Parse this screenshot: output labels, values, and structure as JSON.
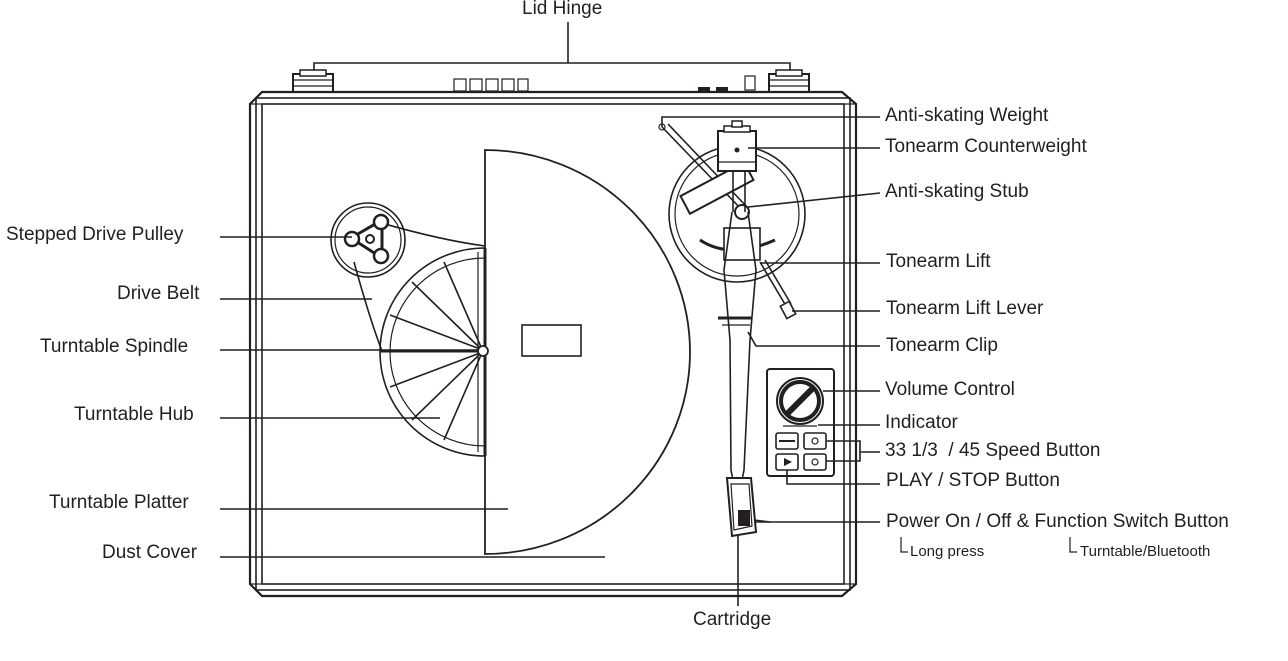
{
  "labels": {
    "lid_hinge": "Lid Hinge",
    "stepped_drive_pulley": "Stepped Drive Pulley",
    "drive_belt": "Drive Belt",
    "turntable_spindle": "Turntable Spindle",
    "turntable_hub": "Turntable Hub",
    "turntable_platter": "Turntable Platter",
    "dust_cover": "Dust Cover",
    "anti_skating_weight": "Anti-skating Weight",
    "tonearm_counterweight": "Tonearm Counterweight",
    "anti_skating_stub": "Anti-skating Stub",
    "tonearm_lift": "Tonearm Lift",
    "tonearm_lift_lever": "Tonearm Lift Lever",
    "tonearm_clip": "Tonearm Clip",
    "volume_control": "Volume Control",
    "indicator": "Indicator",
    "speed_button": "33 1/3  / 45 Speed Button",
    "play_stop_button": "PLAY / STOP Button",
    "power_button": "Power On / Off & Function Switch Button",
    "long_press": "Long press",
    "turntable_bluetooth": "Turntable/Bluetooth",
    "cartridge": "Cartridge"
  }
}
